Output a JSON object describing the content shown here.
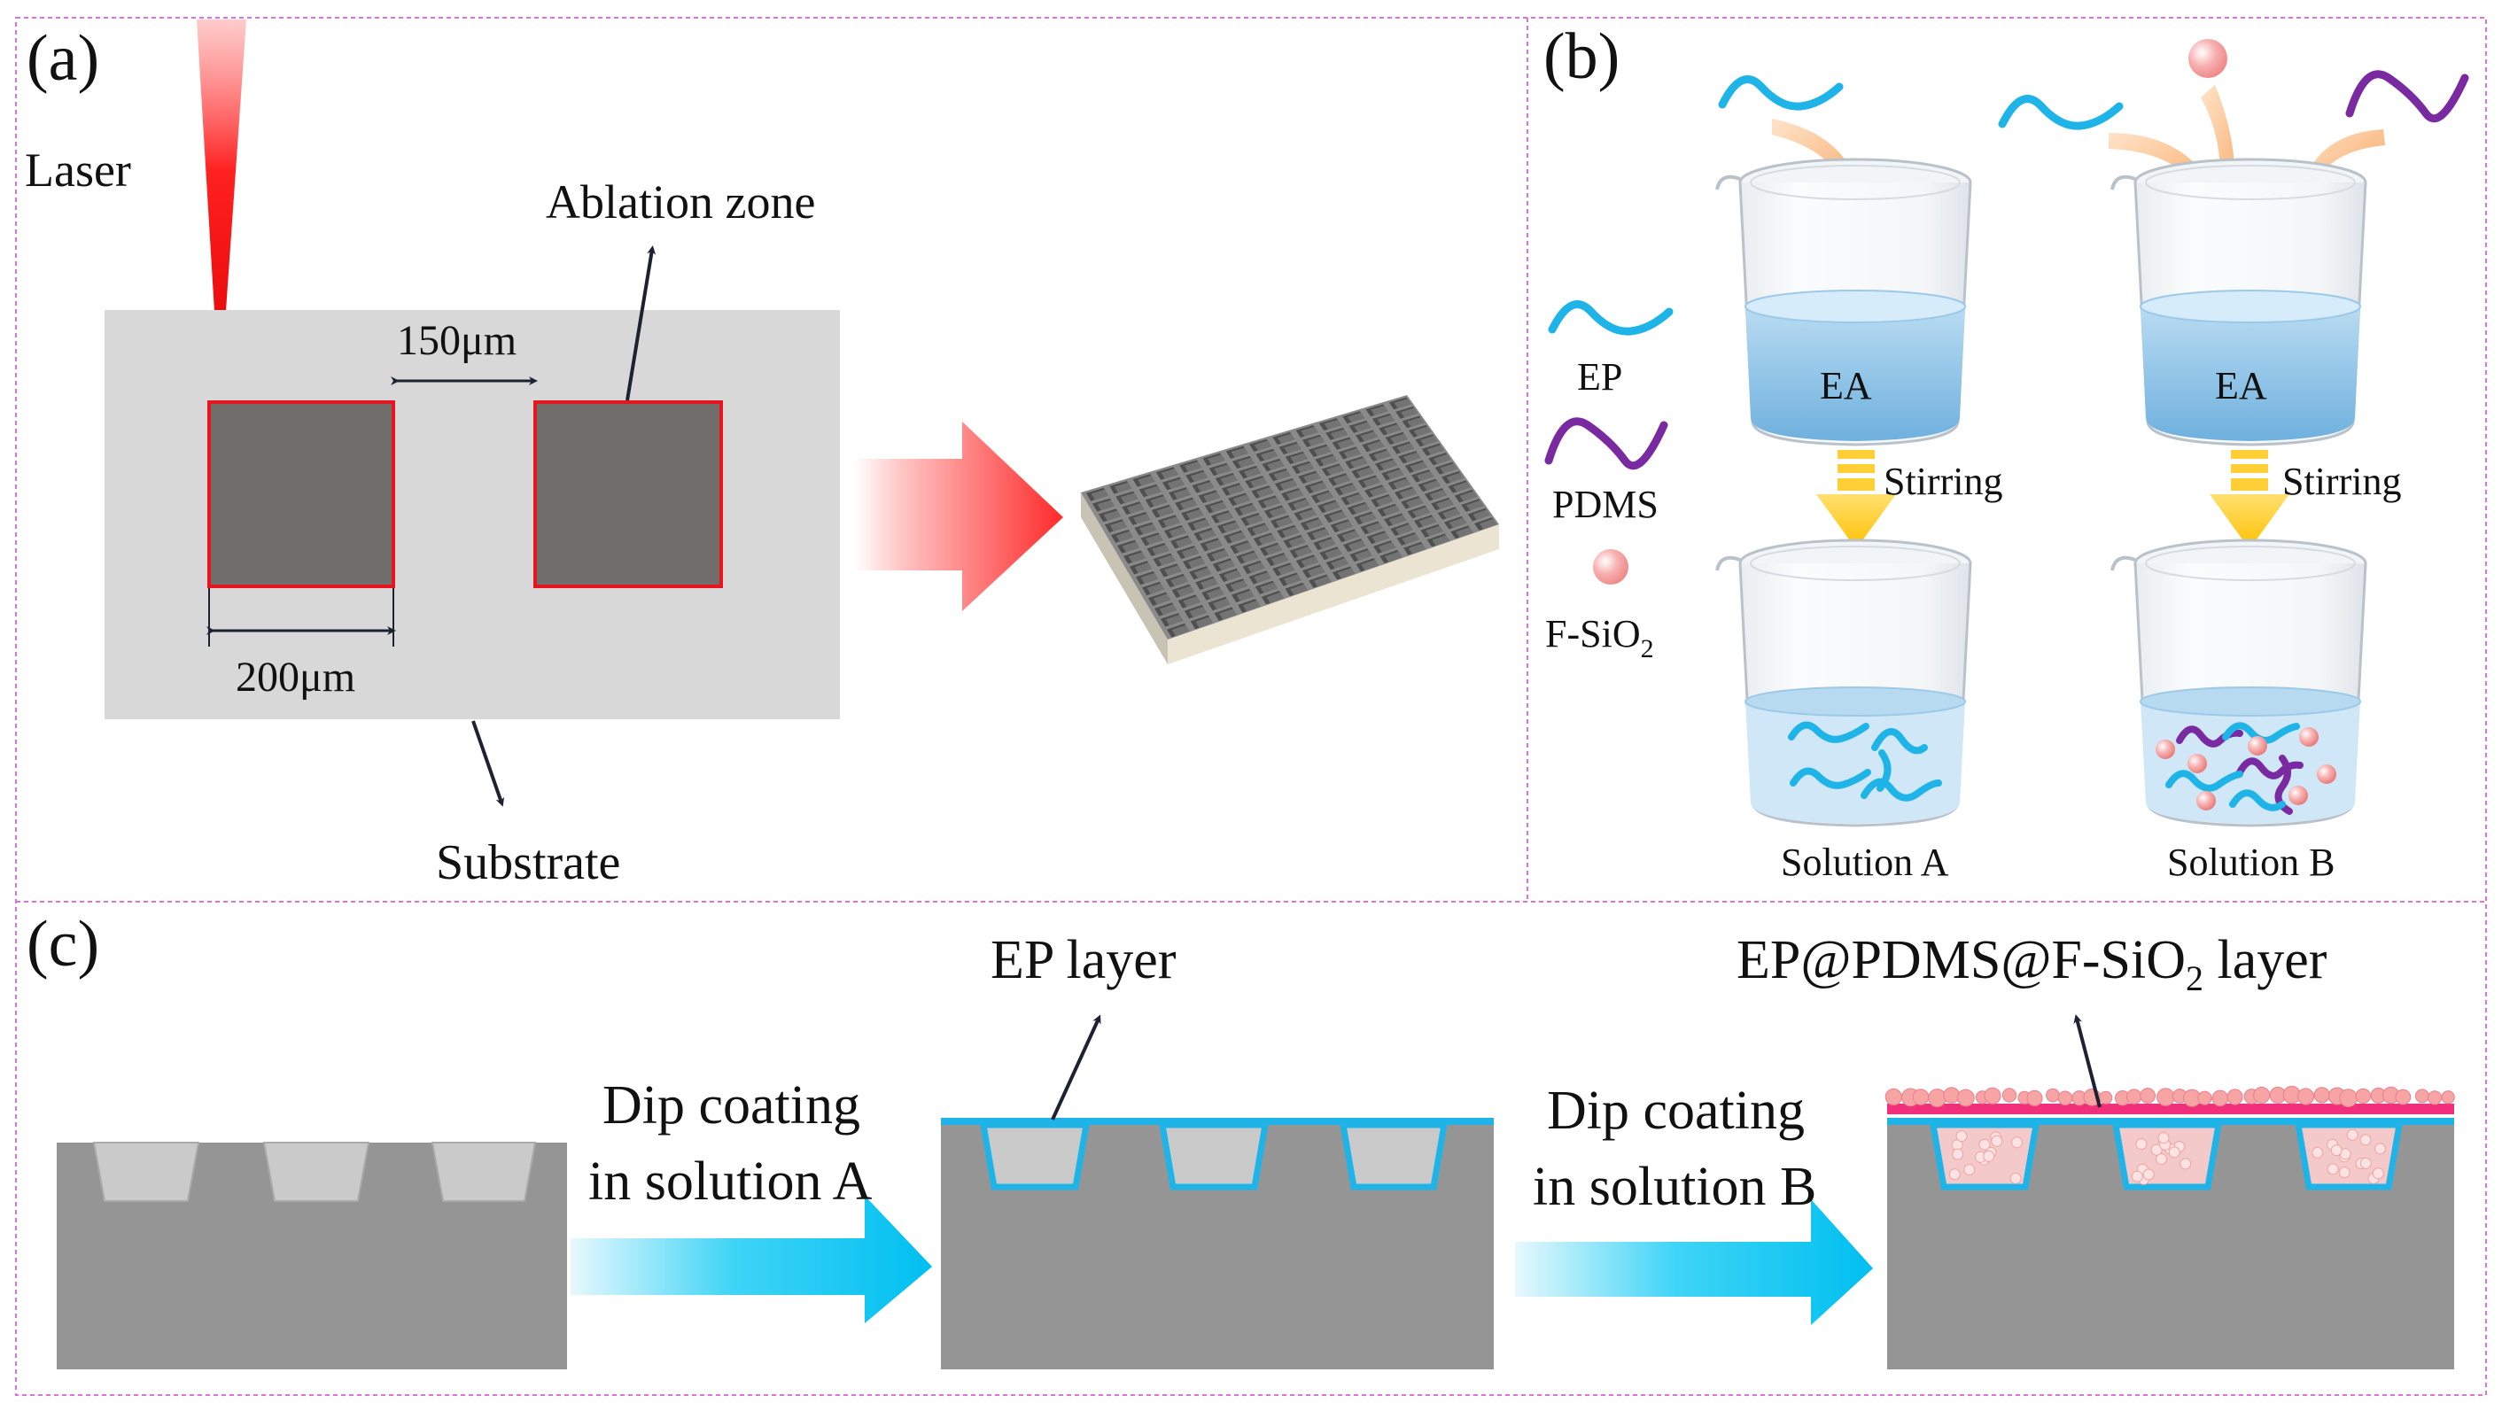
{
  "panels": {
    "a": {
      "letter": "(a)",
      "laser": "Laser",
      "ablation_zone": "Ablation zone",
      "spacing": "150μm",
      "width": "200μm",
      "substrate": "Substrate"
    },
    "b": {
      "letter": "(b)",
      "legend": {
        "ep": "EP",
        "pdms": "PDMS",
        "fsio2_main": "F-SiO",
        "fsio2_sub": "2"
      },
      "solvent_a": "EA",
      "solvent_b": "EA",
      "stirring_a": "Stirring",
      "stirring_b": "Stirring",
      "solution_a": "Solution A",
      "solution_b": "Solution B"
    },
    "c": {
      "letter": "(c)",
      "dip_a_line1": "Dip coating",
      "dip_a_line2": "in solution A",
      "dip_b_line1": "Dip coating",
      "dip_b_line2": "in solution B",
      "ep_layer": "EP layer",
      "final_layer_pre": "EP@PDMS@F-SiO",
      "final_layer_sub": "2",
      "final_layer_post": " layer"
    }
  },
  "colors": {
    "frame": "#e070e0",
    "laser": "#ff1a1a",
    "ablation": "#716d6b",
    "ablation_border": "#e8141e",
    "substrate_light": "#d8d8d8",
    "substrate_dark": "#959595",
    "ep_blue": "#1fb4e8",
    "pdms_purple": "#7a2aa0",
    "particle_pink": "#f6a4a4",
    "pink_layer": "#f0307a",
    "stir_arrow": "#ffc81e",
    "orange_arrow": "#f7a261",
    "cyan_arrow": "#00c8f2"
  }
}
